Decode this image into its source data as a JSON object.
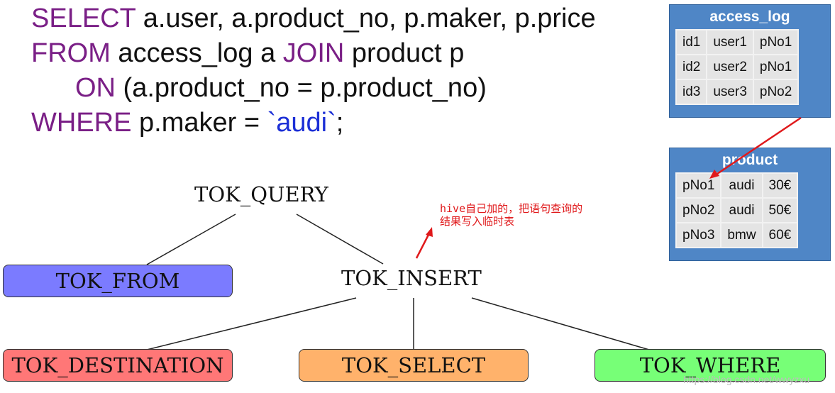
{
  "sql": {
    "l1": {
      "kw": "SELECT",
      "rest": " a.user, a.product_no, p.maker, p.price"
    },
    "l2": {
      "kw1": "FROM",
      "mid": " access_log a ",
      "kw2": "JOIN",
      "rest": " product p"
    },
    "l3": {
      "kw": "ON",
      "rest": " (a.product_no = p.product_no)"
    },
    "l4": {
      "kw": "WHERE",
      "mid": " p.maker = ",
      "str": "`audi`",
      "end": ";"
    }
  },
  "tables": {
    "access_log": {
      "title": "access_log",
      "rows": [
        [
          "id1",
          "user1",
          "pNo1"
        ],
        [
          "id2",
          "user2",
          "pNo1"
        ],
        [
          "id3",
          "user3",
          "pNo2"
        ]
      ]
    },
    "product": {
      "title": "product",
      "rows": [
        [
          "pNo1",
          "audi",
          "30€"
        ],
        [
          "pNo2",
          "audi",
          "50€"
        ],
        [
          "pNo3",
          "bmw",
          "60€"
        ]
      ]
    }
  },
  "tree": {
    "root": "TOK_QUERY",
    "from": "TOK_FROM",
    "insert": "TOK_INSERT",
    "destination": "TOK_DESTINATION",
    "select": "TOK_SELECT",
    "where": "TOK_WHERE"
  },
  "node_colors": {
    "from": "#7b7bff",
    "destination": "#ff7777",
    "select": "#ffb26b",
    "where": "#77ff77"
  },
  "note": {
    "line1": "hive自己加的，把语句查询的",
    "line2": "结果写入临时表"
  },
  "watermark": "https://blog.csdn.net/wwyzxu"
}
